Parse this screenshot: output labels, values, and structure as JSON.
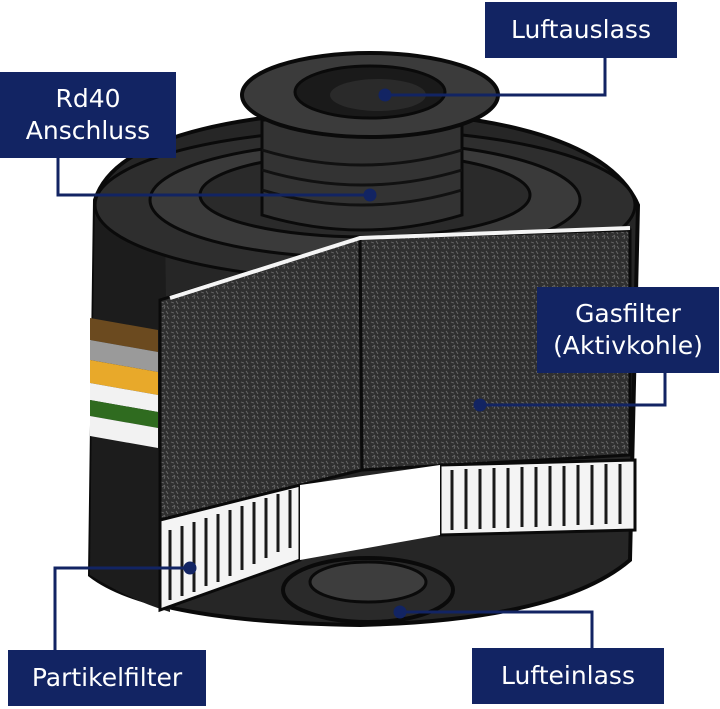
{
  "labels": {
    "air_outlet": "Luftauslass",
    "rd40_connector": "Rd40\nAnschluss",
    "gas_filter": "Gasfilter\n(Aktivkohle)",
    "particle_filter": "Partikelfilter",
    "air_inlet": "Lufteinlass"
  },
  "colors": {
    "label_background": "#122463",
    "label_text": "#ffffff",
    "leader_line": "#122463",
    "housing": "#2a2a2a",
    "carbon": "#3a3a3a",
    "band_brown": "#6b4a1f",
    "band_gray": "#9a9a9a",
    "band_yellow": "#e8a92a",
    "band_green": "#2f6b1f"
  }
}
